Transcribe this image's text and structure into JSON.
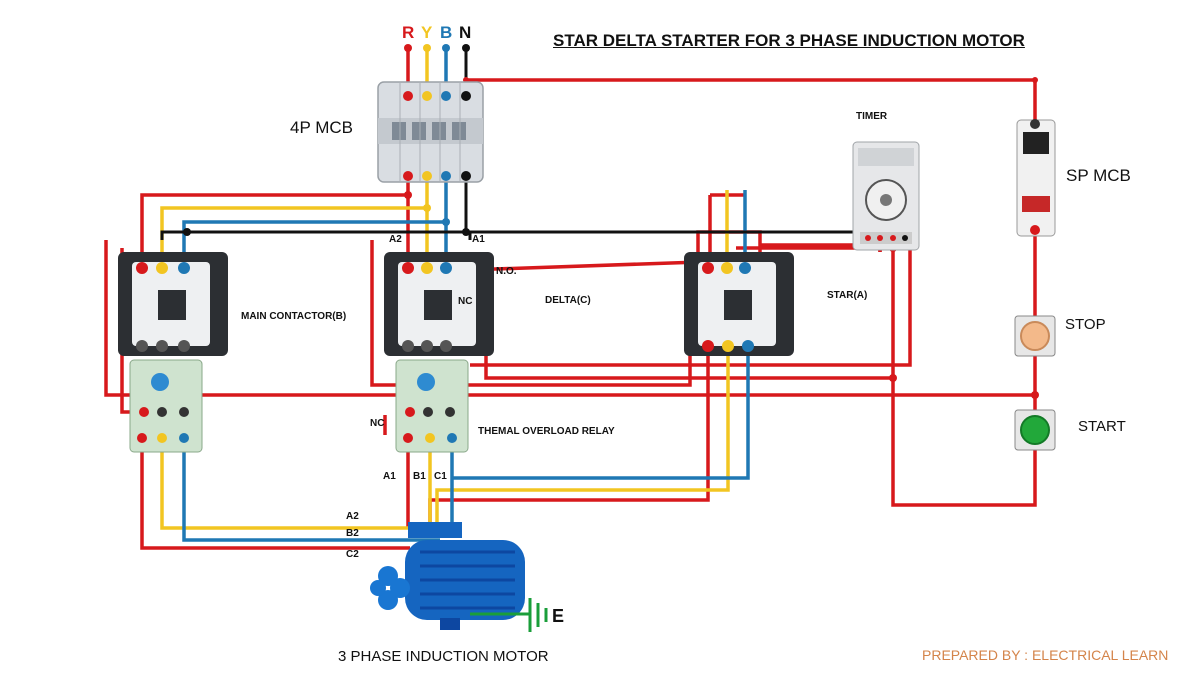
{
  "title": "STAR DELTA STARTER FOR 3 PHASE INDUCTION MOTOR",
  "phases": {
    "r": "R",
    "y": "Y",
    "b": "B",
    "n": "N"
  },
  "labels": {
    "mcb4p": "4P MCB",
    "timer": "TIMER",
    "sp_mcb": "SP MCB",
    "stop": "STOP",
    "start": "START",
    "main_contactor": "MAIN CONTACTOR(B)",
    "delta": "DELTA(C)",
    "star": "STAR(A)",
    "no": "N.O.",
    "nc_delta": "NC",
    "nc_relay": "NC",
    "a1_top": "A1",
    "a2_top": "A2",
    "overload": "THEMAL OVERLOAD RELAY",
    "t_a1": "A1",
    "t_b1": "B1",
    "t_c1": "C1",
    "t_a2": "A2",
    "t_b2": "B2",
    "t_c2": "C2",
    "motor": "3 PHASE INDUCTION MOTOR",
    "earth": "E",
    "credit": "PREPARED BY : ELECTRICAL LEARN"
  },
  "colors": {
    "red": "#d7191c",
    "yellow": "#f2c521",
    "blue": "#1f78b4",
    "black": "#111111",
    "motor_blue": "#1565c0",
    "earth_green": "#1a9e3a",
    "credit": "#d4844a"
  }
}
